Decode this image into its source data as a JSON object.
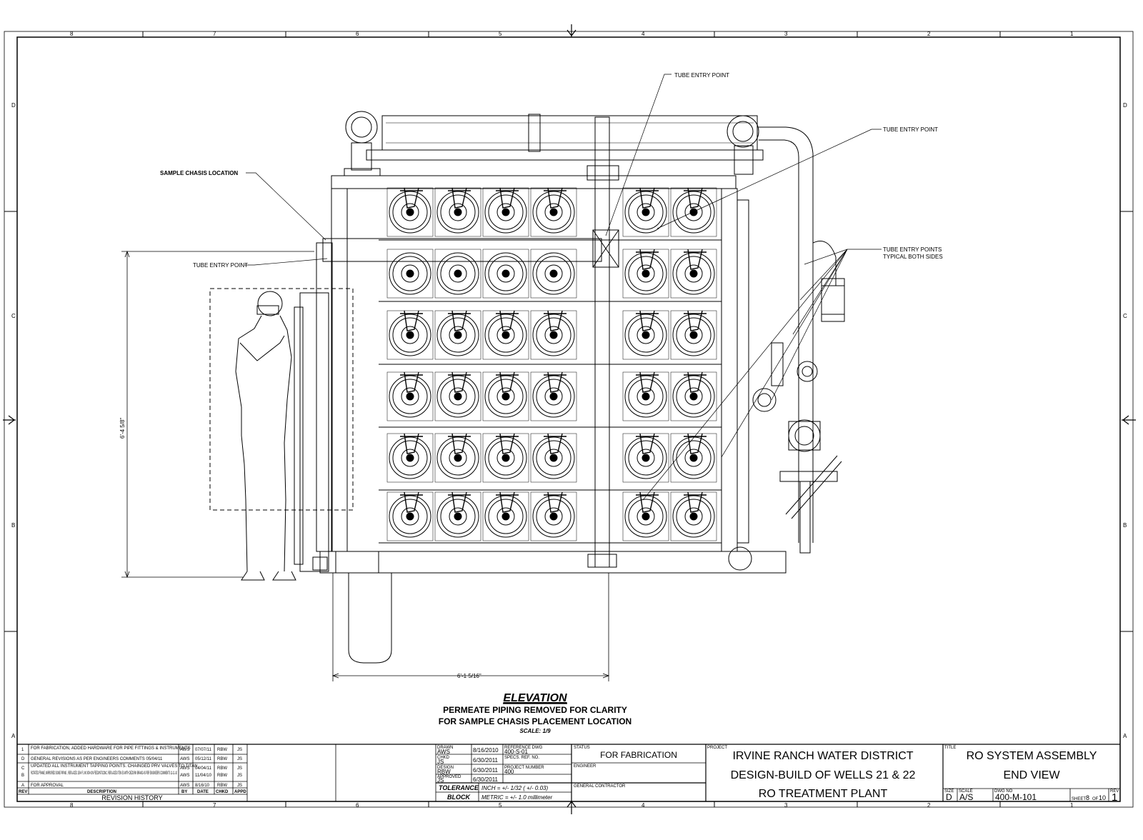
{
  "border": {
    "columns": [
      "8",
      "7",
      "6",
      "5",
      "4",
      "3",
      "2",
      "1"
    ],
    "rows": [
      "D",
      "C",
      "B",
      "A"
    ]
  },
  "callouts": {
    "tube_entry_top": "TUBE ENTRY POINT",
    "tube_entry_right": "TUBE ENTRY POINT",
    "tube_entry_points_1": "TUBE ENTRY POINTS",
    "tube_entry_points_2": "TYPICAL BOTH SIDES",
    "sample_chasis": "SAMPLE CHASIS LOCATION",
    "tube_entry_left": "TUBE ENTRY POINT"
  },
  "dimensions": {
    "vertical": "6'-4 5/8\"",
    "horizontal": "6'-1 5/16\""
  },
  "view_title": {
    "title": "ELEVATION",
    "line1": "PERMEATE PIPING REMOVED FOR CLARITY",
    "line2": "FOR SAMPLE CHASIS PLACEMENT LOCATION",
    "scale": "SCALE: 1/9"
  },
  "revision_history": {
    "rows": [
      {
        "rev": "A",
        "desc": "FOR APPROVAL",
        "by": "AWS",
        "date": "8/16/10",
        "chkd": "RBW",
        "appd": "JS"
      },
      {
        "rev": "B",
        "desc": "ROTATED FRAME, MIRRORED SOME PIPING , REPLACED 150# FL W/ 300# ON FEED/INT/CONC.  REPLACED ITEM 53 WITH DEZURIK BRAND AS PER ENGINEERS COMMENTS 11-11-10",
        "by": "AWS",
        "date": "11/04/10",
        "chkd": "RBW",
        "appd": "JS"
      },
      {
        "rev": "C",
        "desc": "UPDATED ALL INSTRUMENT TAPPING POINTS. CHAINGED PRV VALVES TO TITAN",
        "by": "AWS",
        "date": "04/04/11",
        "chkd": "RBW",
        "appd": "JS"
      },
      {
        "rev": "D",
        "desc": "GENERAL REVISIONS AS PER ENGINEERS COMMENTS 05/04/11",
        "by": "AWS",
        "date": "05/12/11",
        "chkd": "RBW",
        "appd": "JS"
      },
      {
        "rev": "1",
        "desc": "FOR FABRICATION, ADDED HARDWARE FOR PIPE FITTINGS & INSTRUMENTS",
        "by": "AWS",
        "date": "07/07/11",
        "chkd": "RBW",
        "appd": "JS"
      }
    ],
    "headers": {
      "rev": "REV",
      "desc": "DESCRIPTION",
      "by": "BY",
      "date": "DATE",
      "chkd": "CHKD",
      "appd": "APPD"
    },
    "footer": "REVISION HISTORY"
  },
  "signoff": {
    "drawn_label": "DRAWN",
    "drawn_by": "AWS",
    "drawn_date": "8/16/2010",
    "ref_label": "REFERENCE DWG",
    "ref_value": "400-S-01",
    "chkd_label": "CHKD",
    "chkd_by": "JS",
    "chkd_date": "6/30/2011",
    "specs_label": "SPECS. REF. NO.",
    "specs_value": "",
    "design_label": "DESIGN",
    "design_by": "RBW",
    "design_date": "6/30/2011",
    "project_label": "PROJECT NUMBER",
    "project_value": "400",
    "appd_label": "APPROVED",
    "appd_by": "JS",
    "appd_date": "6/30/2011"
  },
  "tolerance": {
    "label1": "TOLERANCE",
    "label2": "BLOCK",
    "inch": "INCH = +/- 1/32 ( +/- 0.03)",
    "metric": "METRIC = +/- 1.0 millimeter"
  },
  "status": {
    "label": "STATUS",
    "value": "FOR FABRICATION",
    "engineer_label": "ENGINEER",
    "contractor_label": "GENERAL CONTRACTOR"
  },
  "project": {
    "label": "PROJECT",
    "line1": "IRVINE RANCH WATER DISTRICT",
    "line2": "DESIGN-BUILD OF WELLS 21 & 22",
    "line3": "RO TREATMENT PLANT"
  },
  "title_box": {
    "label": "TITLE",
    "line1": "RO SYSTEM ASSEMBLY",
    "line2": "END VIEW",
    "size_label": "SIZE",
    "size": "D",
    "scale_label": "SCALE",
    "scale": "A/S",
    "dwg_label": "DWG NO",
    "dwg_no": "400-M-101",
    "sheet_label": "SHEET",
    "sheet": "8",
    "of_label": "OF",
    "sheet_total": "10",
    "rev_label": "REV",
    "rev": "1"
  }
}
